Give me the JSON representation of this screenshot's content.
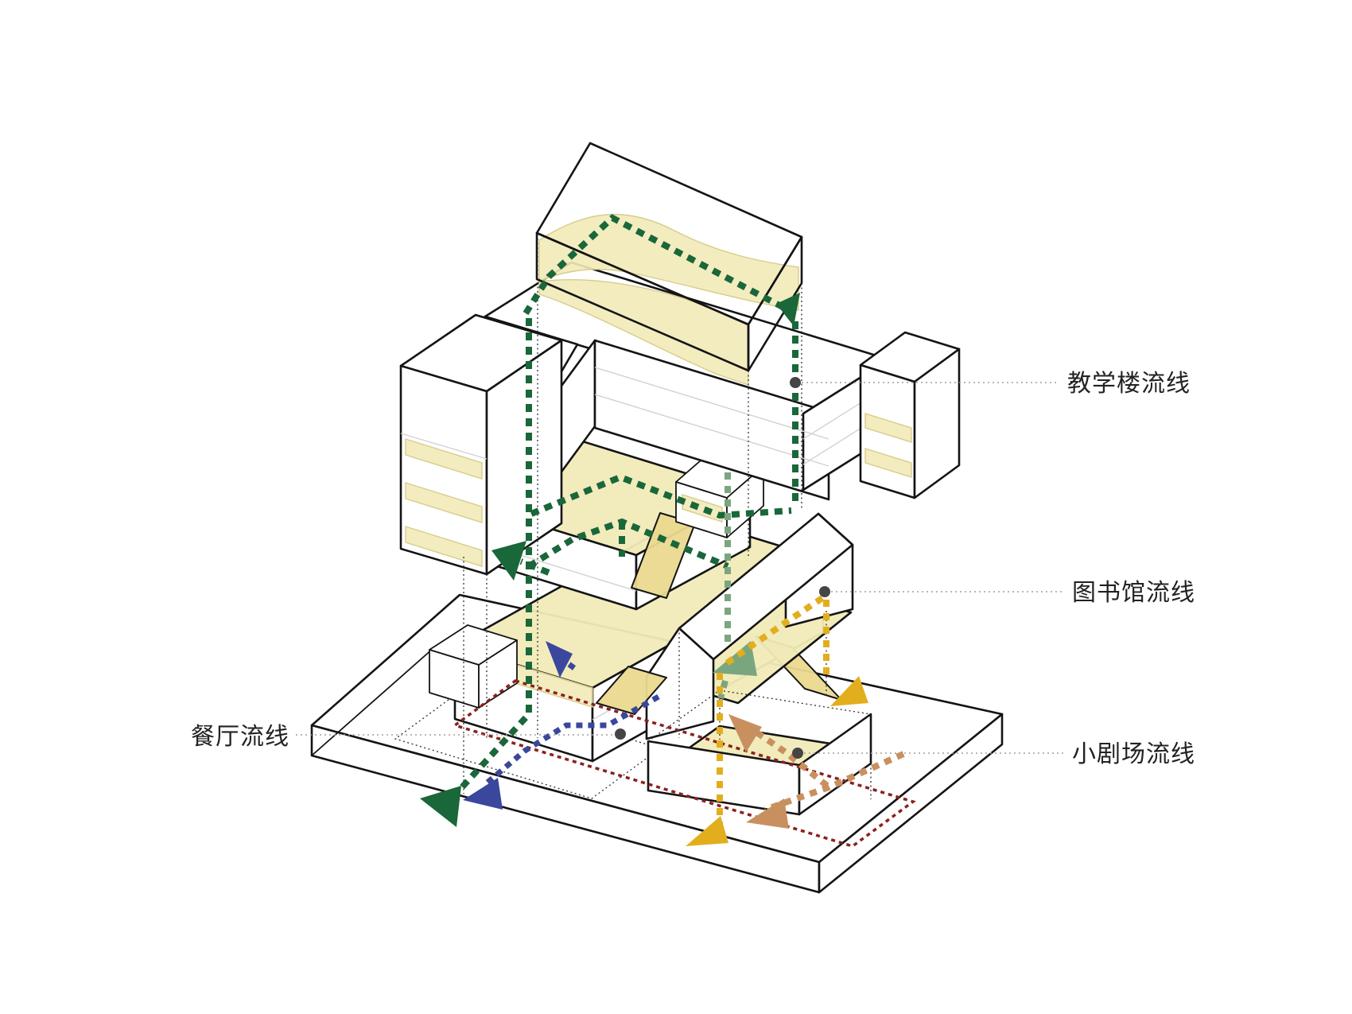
{
  "diagram": {
    "type": "exploded-axonometric-circulation-diagram",
    "callouts": [
      {
        "id": "teaching",
        "label": "教学楼流线",
        "side": "right"
      },
      {
        "id": "library",
        "label": "图书馆流线",
        "side": "right"
      },
      {
        "id": "dining",
        "label": "餐厅流线",
        "side": "left"
      },
      {
        "id": "theater",
        "label": "小剧场流线",
        "side": "right"
      }
    ]
  },
  "colors": {
    "bg": "#ffffff",
    "outline": "#141414",
    "construct": "#2e2e2e",
    "floorline": "#d2d2d2",
    "leader": "#9f9f9f",
    "dot": "#454545",
    "text": "#222222",
    "slab_fill": "#f1eab8",
    "slab_fill_strong": "#ead98e",
    "slab_edge": "#d8cc8a",
    "teaching_route": "#1a673a",
    "interfloor_route": "#7aa67f",
    "library_route": "#e2ae1d",
    "dining_route": "#3b479c",
    "theater_route": "#c9905f",
    "secondary_route": "#8c2020"
  }
}
